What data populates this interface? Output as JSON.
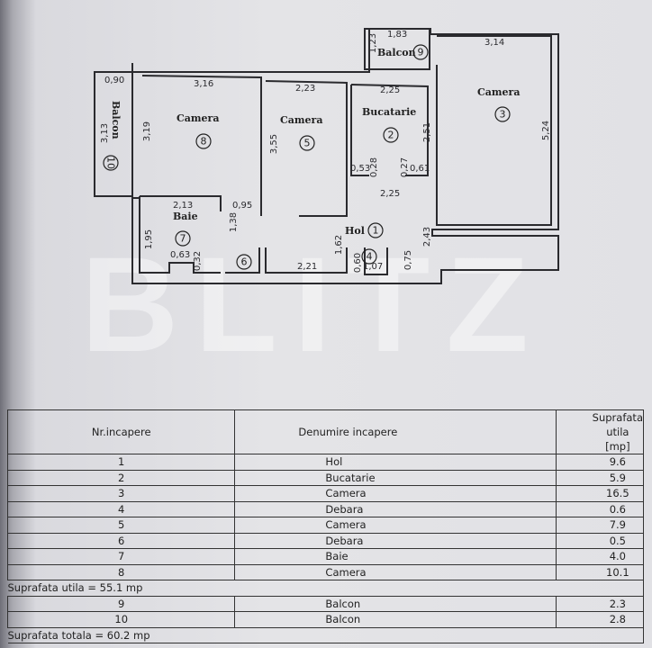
{
  "watermark": "BLITZ",
  "plan": {
    "rooms": {
      "r1": {
        "name": "Hol",
        "num": "1"
      },
      "r2": {
        "name": "Bucatarie",
        "num": "2"
      },
      "r3": {
        "name": "Camera",
        "num": "3"
      },
      "r4": {
        "num": "4"
      },
      "r5": {
        "name": "Camera",
        "num": "5"
      },
      "r6": {
        "num": "6"
      },
      "r7": {
        "name": "Baie",
        "num": "7"
      },
      "r8": {
        "name": "Camera",
        "num": "8"
      },
      "r9": {
        "name": "Balcon",
        "num": "9"
      },
      "r10": {
        "name": "Balcon",
        "num": "10"
      }
    },
    "dimensions": [
      "1,83",
      "3,14",
      "1,23",
      "0,90",
      "3,16",
      "2,23",
      "2,25",
      "5,24",
      "3,13",
      "3,19",
      "3,55",
      "2,51",
      "0,53",
      "0,28",
      "0,27",
      "0,61",
      "2,25",
      "2,13",
      "0,95",
      "1,38",
      "1,95",
      "0,63",
      "0,32",
      "1,62",
      "2,43",
      "2,21",
      "0,60",
      "1,07",
      "0,75"
    ]
  },
  "table": {
    "headers": [
      "Nr.incapere",
      "Denumire incapere",
      "Suprafata utila [mp]"
    ],
    "rows": [
      {
        "nr": "1",
        "name": "Hol",
        "area": "9.6"
      },
      {
        "nr": "2",
        "name": "Bucatarie",
        "area": "5.9"
      },
      {
        "nr": "3",
        "name": "Camera",
        "area": "16.5"
      },
      {
        "nr": "4",
        "name": "Debara",
        "area": "0.6"
      },
      {
        "nr": "5",
        "name": "Camera",
        "area": "7.9"
      },
      {
        "nr": "6",
        "name": "Debara",
        "area": "0.5"
      },
      {
        "nr": "7",
        "name": "Baie",
        "area": "4.0"
      },
      {
        "nr": "8",
        "name": "Camera",
        "area": "10.1"
      }
    ],
    "subtotal": "Suprafata utila = 55.1 mp",
    "balcony_rows": [
      {
        "nr": "9",
        "name": "Balcon",
        "area": "2.3"
      },
      {
        "nr": "10",
        "name": "Balcon",
        "area": "2.8"
      }
    ],
    "total": "Suprafata totala = 60.2 mp"
  }
}
